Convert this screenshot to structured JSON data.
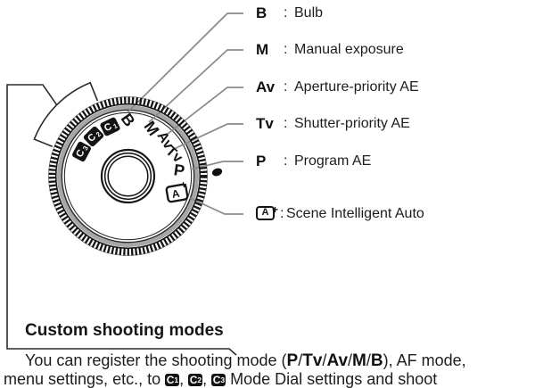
{
  "legend": {
    "items": [
      {
        "mode": "B",
        "colon": ":",
        "desc": "Bulb"
      },
      {
        "mode": "M",
        "colon": ":",
        "desc": "Manual exposure"
      },
      {
        "mode": "Av",
        "colon": ":",
        "desc": "Aperture-priority AE"
      },
      {
        "mode": "Tv",
        "colon": ":",
        "desc": "Shutter-priority AE"
      },
      {
        "mode": "P",
        "colon": ":",
        "desc": "Program AE"
      },
      {
        "mode": "A+",
        "colon": ":",
        "desc": "Scene Intelligent Auto",
        "icon": "scene-intelligent-auto-icon",
        "icon_a": "A",
        "icon_plus": "+"
      }
    ]
  },
  "dial": {
    "index_mark_icon": "index-dot-icon",
    "labels": {
      "c3": {
        "letter": "C",
        "digit": "3"
      },
      "c2": {
        "letter": "C",
        "digit": "2"
      },
      "c1": {
        "letter": "C",
        "digit": "1"
      },
      "b": "B",
      "m": "M",
      "av": "Av",
      "tv": "Tv",
      "p": "P",
      "aplus": {
        "a": "A",
        "plus": "+"
      }
    }
  },
  "custom_section": {
    "heading": "Custom shooting modes",
    "line1_pre": "You can register the shooting mode (",
    "line1_modes": [
      "P",
      "Tv",
      "Av",
      "M",
      "B"
    ],
    "slash": "/",
    "line1_post": "), AF mode,",
    "line2_pre": "menu settings, etc., to ",
    "line2_icons": [
      {
        "letter": "C",
        "digit": "1"
      },
      {
        "letter": "C",
        "digit": "2"
      },
      {
        "letter": "C",
        "digit": "3"
      }
    ],
    "comma": ", ",
    "line2_post": " Mode Dial settings and shoot"
  },
  "colors": {
    "line_art": "#1a1a1a",
    "leader_gray": "#8a8a8a",
    "dial_ring_gray": "#a6a6a6",
    "text": "#1c1c1c",
    "icon_fill": "#131313"
  }
}
